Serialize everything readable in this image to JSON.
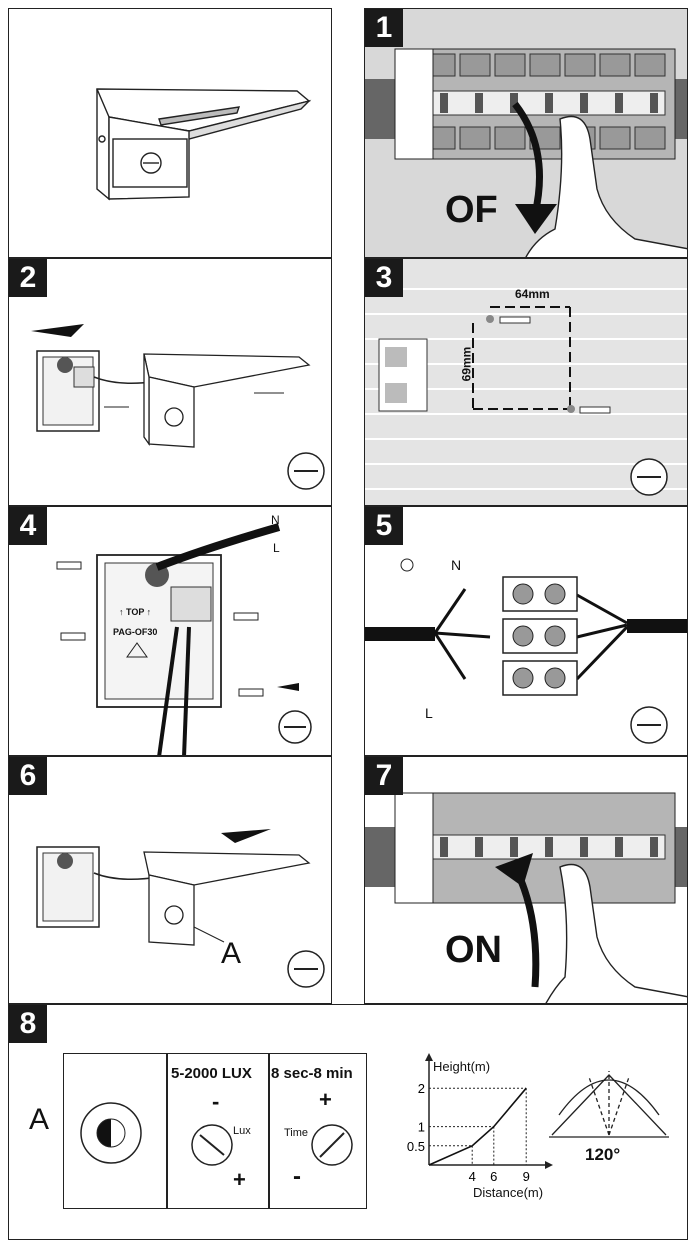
{
  "steps": [
    {
      "number": "1",
      "label": "OF"
    },
    {
      "number": "2"
    },
    {
      "number": "3",
      "width_dim": "64mm",
      "height_dim": "69mm"
    },
    {
      "number": "4",
      "wire_n": "N",
      "wire_l": "L",
      "plate_top": "↑ TOP ↑",
      "plate_model": "PAG-OF30"
    },
    {
      "number": "5",
      "wire_n": "N",
      "wire_l": "L"
    },
    {
      "number": "6",
      "callout": "A"
    },
    {
      "number": "7",
      "label": "ON"
    },
    {
      "number": "8",
      "knob_label": "A",
      "lux_range": "5-2000 LUX",
      "lux_minus": "-",
      "lux_plus": "+",
      "lux_knob": "Lux",
      "time_range": "8 sec-8 min",
      "time_plus": "+",
      "time_minus": "-",
      "time_knob": "Time",
      "angle": "120°"
    }
  ],
  "chart_data": {
    "type": "line",
    "xlabel": "Distance(m)",
    "ylabel": "Height(m)",
    "x_ticks": [
      "4",
      "6",
      "9"
    ],
    "y_ticks": [
      "0.5",
      "1",
      "2"
    ],
    "points": [
      {
        "x": 4,
        "y": 0.5
      },
      {
        "x": 6,
        "y": 1
      },
      {
        "x": 9,
        "y": 2
      }
    ],
    "ylim": [
      0,
      2.5
    ],
    "xlim": [
      0,
      10
    ]
  }
}
